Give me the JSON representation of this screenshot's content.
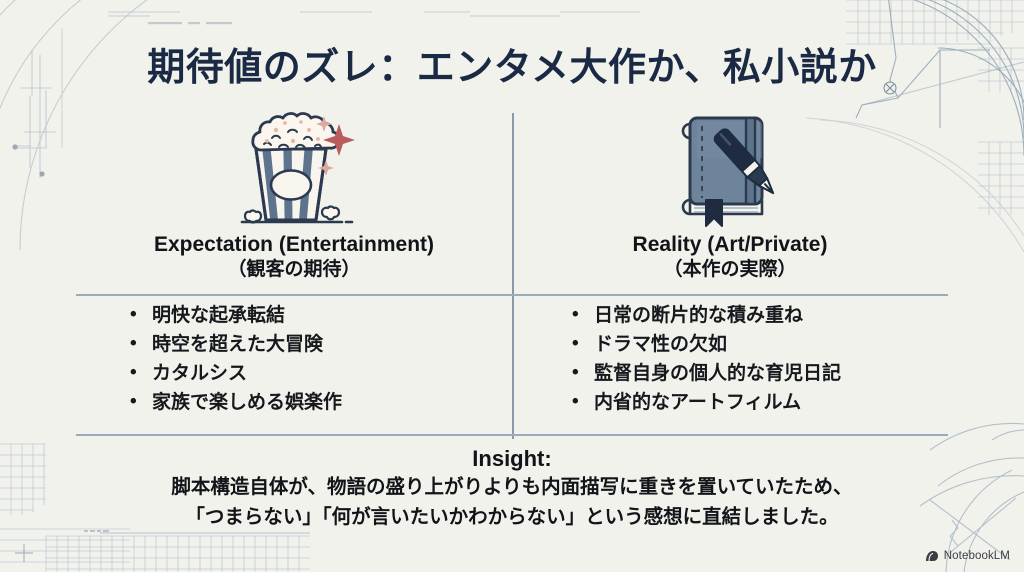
{
  "slide": {
    "title": "期待値のズレ：エンタメ大作か、私小説か",
    "background_color": "#f2f2ec",
    "title_color": "#1b2a44",
    "divider_color": "#9aabbb"
  },
  "columns": [
    {
      "icon": "popcorn-icon",
      "heading": "Expectation (Entertainment)",
      "subheading": "（観客の期待）",
      "bullets": [
        "明快な起承転結",
        "時空を超えた大冒険",
        "カタルシス",
        "家族で楽しめる娯楽作"
      ]
    },
    {
      "icon": "notebook-pen-icon",
      "heading": "Reality (Art/Private)",
      "subheading": "（本作の実際）",
      "bullets": [
        "日常の断片的な積み重ね",
        "ドラマ性の欠如",
        "監督自身の個人的な育児日記",
        "内省的なアートフィルム"
      ]
    }
  ],
  "insight": {
    "label": "Insight:",
    "line1": "脚本構造自体が、物語の盛り上がりよりも内面描写に重きを置いていたため、",
    "line2": "「つまらない」「何が言いたいかわからない」という感想に直結しました。"
  },
  "watermark": {
    "label": "NotebookLM",
    "icon": "notebooklm-logo-icon"
  }
}
